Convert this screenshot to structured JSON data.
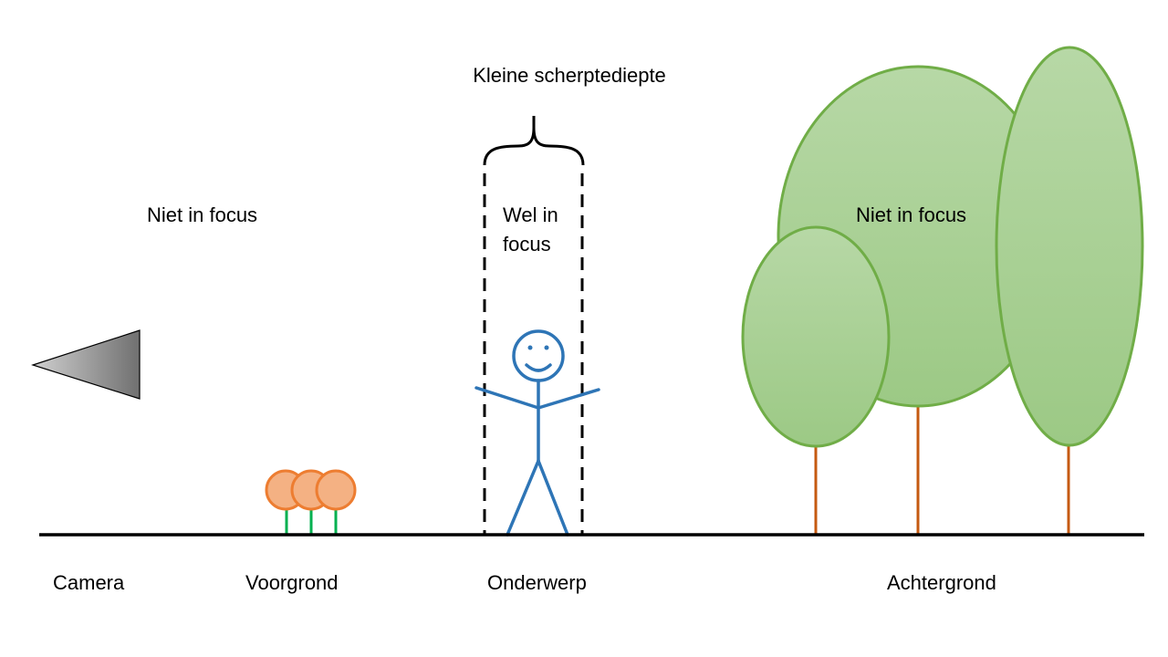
{
  "title": "Kleine scherptediepte",
  "focus": {
    "left": "Niet in focus",
    "middle_line1": "Wel in",
    "middle_line2": "focus",
    "right": "Niet in focus"
  },
  "ground_labels": {
    "camera": "Camera",
    "foreground": "Voorgrond",
    "subject": "Onderwerp",
    "background": "Achtergrond"
  },
  "colors": {
    "flower_fill": "#f4b183",
    "flower_stroke": "#ed7d31",
    "stem": "#00b050",
    "person": "#2e75b6",
    "tree_fill_top": "#b5d7a8",
    "tree_fill_bottom": "#9fcb8a",
    "tree_stroke": "#70ad47",
    "trunk": "#c55a11",
    "ground": "#000000"
  }
}
